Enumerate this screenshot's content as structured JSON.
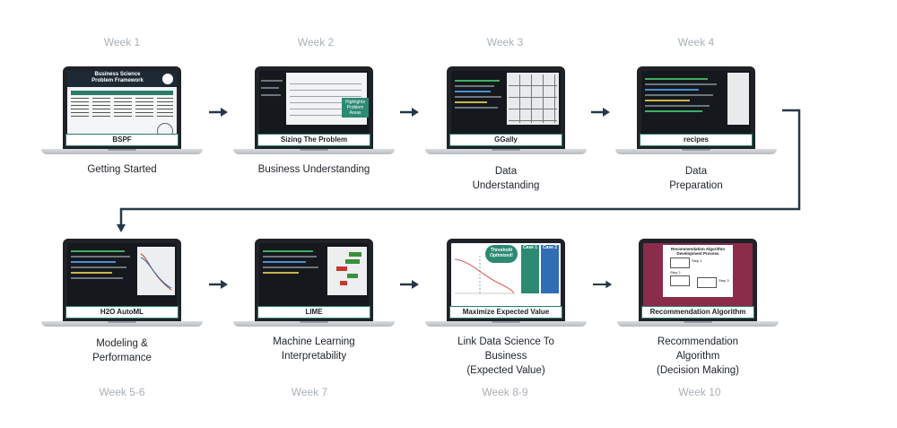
{
  "colors": {
    "accent": "#2c7a68",
    "connector": "#263849",
    "week_text": "#a8b0b8"
  },
  "steps": [
    {
      "week": "Week 1",
      "caption": "BSPF",
      "label": [
        "Getting Started"
      ],
      "screen": {
        "title_lines": [
          "Business Science",
          "Problem Framework"
        ]
      }
    },
    {
      "week": "Week 2",
      "caption": "Sizing The Problem",
      "label": [
        "Business Understanding"
      ],
      "screen": {
        "callout": [
          "Highlights",
          "Problem",
          "Areas"
        ]
      }
    },
    {
      "week": "Week 3",
      "caption": "GGally",
      "label": [
        "Data",
        "Understanding"
      ]
    },
    {
      "week": "Week 4",
      "caption": "recipes",
      "label": [
        "Data",
        "Preparation"
      ]
    },
    {
      "week": "Week 5-6",
      "caption": "H2O AutoML",
      "label": [
        "Modeling &",
        "Performance"
      ]
    },
    {
      "week": "Week 7",
      "caption": "LIME",
      "label": [
        "Machine Learning",
        "Interpretability"
      ]
    },
    {
      "week": "Week 8-9",
      "caption": "Maximize Expected Value",
      "label": [
        "Link Data Science To",
        "Business",
        "(Expected Value)"
      ],
      "screen": {
        "cloud": [
          "Threshold",
          "Optimized!"
        ],
        "case1": "Case 1",
        "case2": "Case 2"
      }
    },
    {
      "week": "Week 10",
      "caption": "Recommendation Algorithm",
      "label": [
        "Recommendation",
        "Algorithm",
        "(Decision Making)"
      ],
      "screen": {
        "title_lines": [
          "Recommendation Algorithm",
          "Development Process"
        ],
        "step_labels": [
          "Step 1",
          "Step 2",
          "Step 3"
        ]
      }
    }
  ]
}
